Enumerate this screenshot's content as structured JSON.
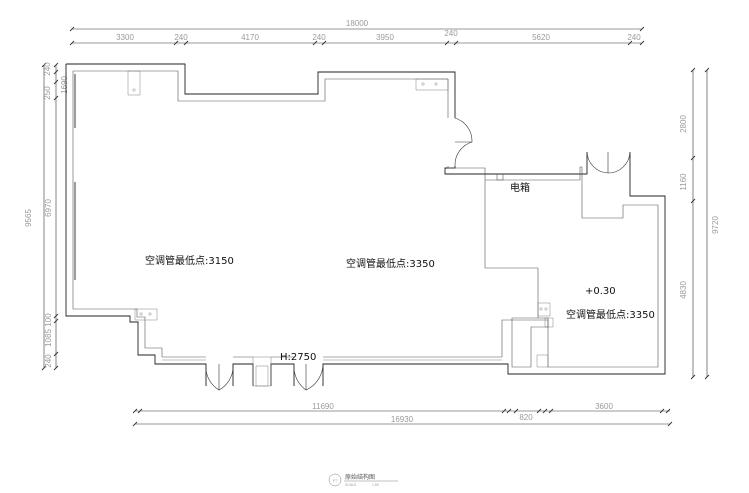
{
  "dimensions": {
    "top_total": "18000",
    "top_segments": [
      "3300",
      "240",
      "4170",
      "240",
      "3950",
      "240",
      "5620",
      "240"
    ],
    "left_outer": "9565",
    "left_inner": "6970",
    "left_top_a": "240",
    "left_top_b": "250",
    "left_top_c": "1690",
    "left_bottom_a": "100",
    "left_bottom_b": "1085",
    "left_bottom_c": "240",
    "right_outer": "9720",
    "right_segments": [
      "2800",
      "1160",
      "4830"
    ],
    "bottom_segments": [
      "11690",
      "820",
      "3600"
    ],
    "bottom_total": "16930"
  },
  "annotations": {
    "ac_left": "空调管最低点:3150",
    "ac_center": "空调管最低点:3350",
    "ac_right": "空调管最低点:3350",
    "elec_box": "电箱",
    "level": "+0.30",
    "height": "H:2750"
  },
  "title_block": {
    "symbol": "FT",
    "title": "原始结构图",
    "scale_label": "SCALE",
    "scale_value": "1:50"
  }
}
